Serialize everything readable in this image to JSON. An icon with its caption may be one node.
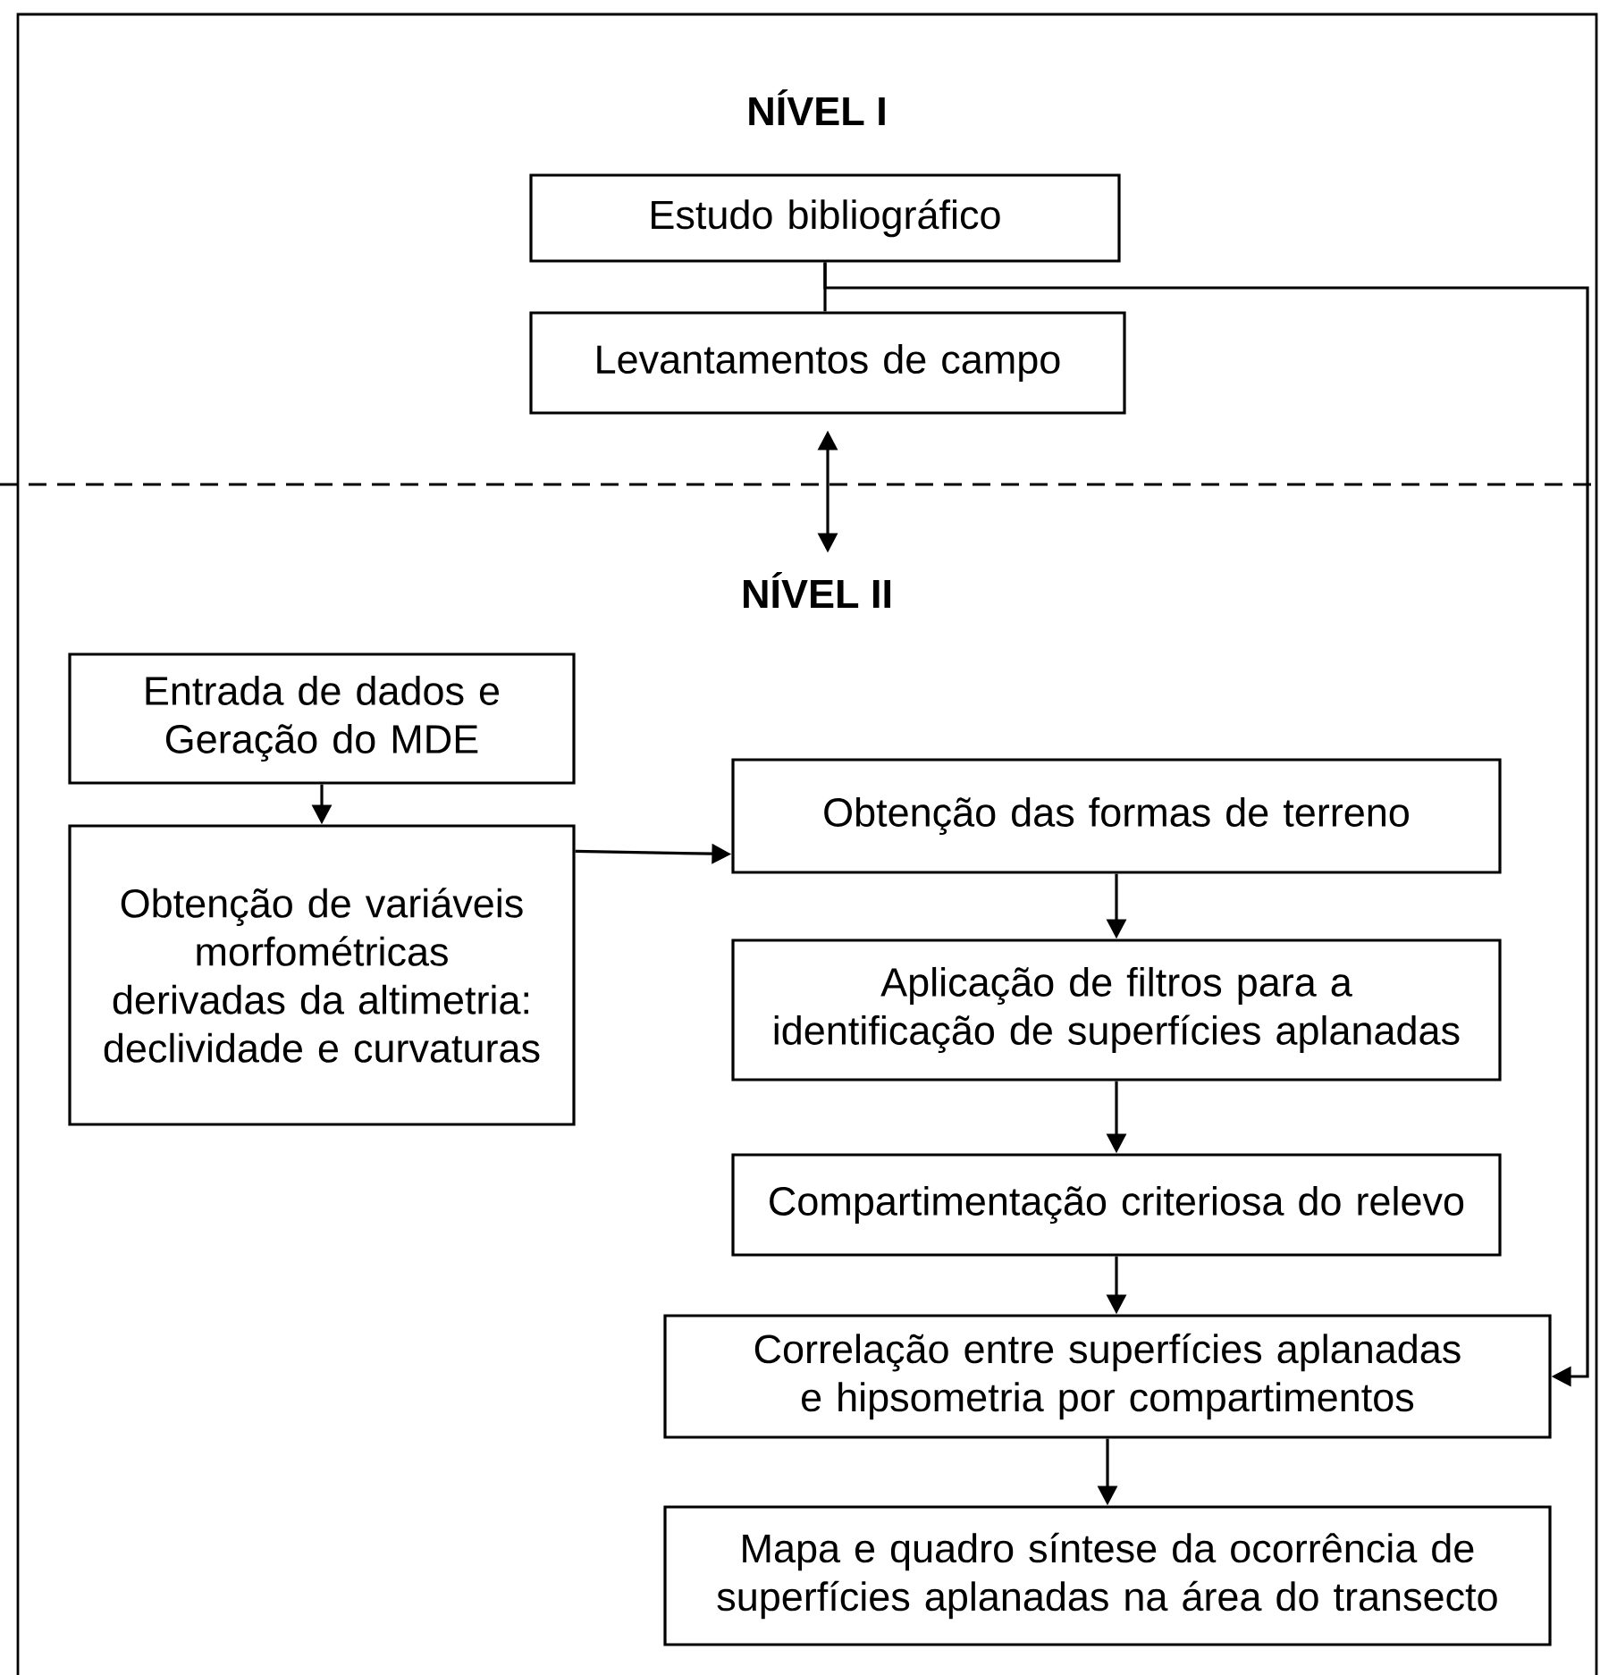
{
  "diagram": {
    "nodes": [
      {
        "text": [
          "Estudo bibliográfico"
        ]
      },
      {
        "text": [
          "Levantamentos de campo"
        ]
      },
      {
        "text": [
          "NÍVEL II"
        ]
      },
      {
        "text": [
          "Entrada de dados e Geração do MDE"
        ]
      },
      {
        "text": [
          "Obtenção de variáveis morfométricas derivadas da altimetria: declividade e curvaturas"
        ]
      },
      {
        "text": [
          "Obtenção das formas de terreno"
        ]
      },
      {
        "text": [
          "Aplicação de filtros para a identificação de superfícies aplanadas"
        ]
      },
      {
        "text": [
          "Compartimentação criteriosa do relevo"
        ]
      },
      {
        "text": [
          "Correlação entre superfícies aplanadas e hipsometria por compartimentos"
        ]
      },
      {
        "text": [
          "Mapa e quadro síntese da ocorrência de superfícies aplanadas na área do transecto"
        ]
      }
    ],
    "edges": [
      {
        "from": 0,
        "to": 1,
        "arrow": "none"
      },
      {
        "from": 0,
        "to": 8,
        "arrow": "to"
      },
      {
        "from": 1,
        "to": 2,
        "arrow": "both"
      },
      {
        "from": 3,
        "to": 4,
        "arrow": "to"
      },
      {
        "from": 4,
        "to": 5,
        "arrow": "to"
      },
      {
        "from": 5,
        "to": 6,
        "arrow": "to"
      },
      {
        "from": 6,
        "to": 7,
        "arrow": "to"
      },
      {
        "from": 7,
        "to": 8,
        "arrow": "to"
      },
      {
        "from": 8,
        "to": 9,
        "arrow": "to"
      }
    ],
    "labels": [
      "NÍVEL I"
    ]
  }
}
